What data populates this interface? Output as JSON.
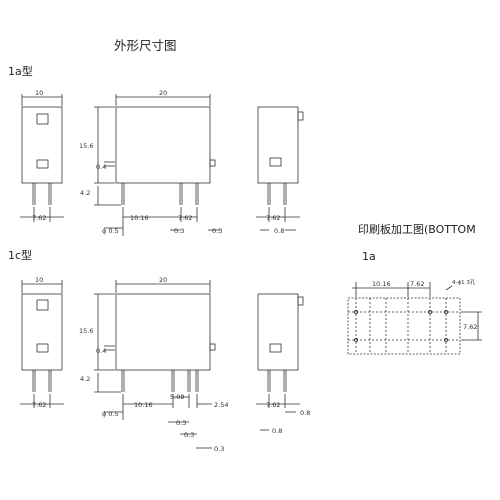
{
  "header": {
    "title": "外形尺寸图"
  },
  "section_1a": {
    "label": "1a型"
  },
  "section_1c": {
    "label": "1c型"
  },
  "pcb": {
    "title": "印刷板加工图(BOTTOM",
    "sub": "1a",
    "hole_note": "4-ϕ1.3孔"
  },
  "dims": {
    "w10": "10",
    "w20": "20",
    "h15_6": "15.6",
    "d0_4": "0.4",
    "d4_2": "4.2",
    "d7_62": "7.62",
    "d10_16": "10.16",
    "d0_5": "ϕ 0.5",
    "d0_3": "0.3",
    "d0_8": "0.8",
    "d5_08": "5.08",
    "d2_54": "2.54"
  }
}
